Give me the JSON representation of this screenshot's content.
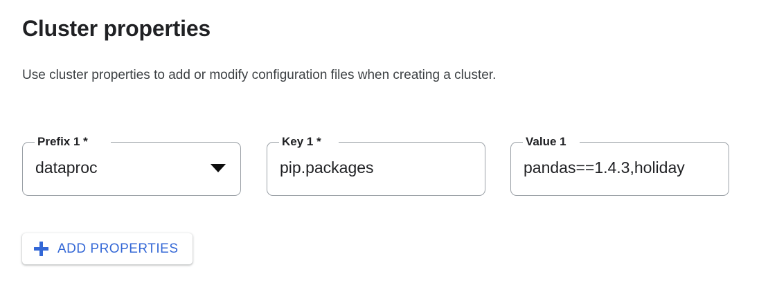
{
  "section": {
    "title": "Cluster properties",
    "description": "Use cluster properties to add or modify configuration files when creating a cluster."
  },
  "colors": {
    "accent_blue": "#3367d6",
    "text_primary": "#202124",
    "text_secondary": "#3c4043",
    "field_border": "#9aa0a6",
    "background": "#ffffff"
  },
  "fields": [
    {
      "name": "prefix",
      "label": "Prefix 1 *",
      "value": "dataproc",
      "control": "select",
      "icon": "chevron-down-icon",
      "required": true,
      "truncated": false
    },
    {
      "name": "key",
      "label": "Key 1 *",
      "value": "pip.packages",
      "control": "text",
      "required": true,
      "truncated": false
    },
    {
      "name": "value",
      "label": "Value 1",
      "value": "pandas==1.4.3,holiday",
      "control": "text",
      "required": false,
      "truncated": true
    }
  ],
  "add_button": {
    "label": "ADD PROPERTIES",
    "icon": "plus-icon"
  }
}
